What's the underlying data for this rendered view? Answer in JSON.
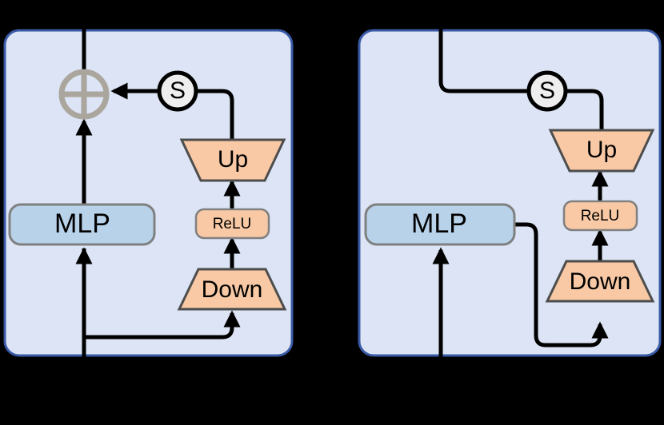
{
  "figure": {
    "type": "diagram",
    "subtype": "neural-network-adapter-architecture",
    "background_color": "#000000",
    "panel_fill": "#dce4f5",
    "panel_stroke": "#3b5ba8",
    "accent_orange": "#f8c9a4",
    "accent_blue": "#b8d2ea",
    "wire_color": "#000000",
    "plus_color": "#aaa69d"
  },
  "panels": [
    {
      "id": "left-panel",
      "name": "sequential-adapter-panel",
      "nodes": {
        "add": {
          "label": "⊕",
          "icon": "circle-plus-icon"
        },
        "scale": {
          "label": "S",
          "icon": "scale-node-icon"
        },
        "up": {
          "label": "Up"
        },
        "mlp": {
          "label": "MLP"
        },
        "relu": {
          "label": "ReLU"
        },
        "down": {
          "label": "Down"
        }
      }
    },
    {
      "id": "right-panel",
      "name": "parallel-adapter-panel",
      "nodes": {
        "scale": {
          "label": "S",
          "icon": "scale-node-icon"
        },
        "up": {
          "label": "Up"
        },
        "mlp": {
          "label": "MLP"
        },
        "relu": {
          "label": "ReLU"
        },
        "down": {
          "label": "Down"
        }
      }
    }
  ]
}
